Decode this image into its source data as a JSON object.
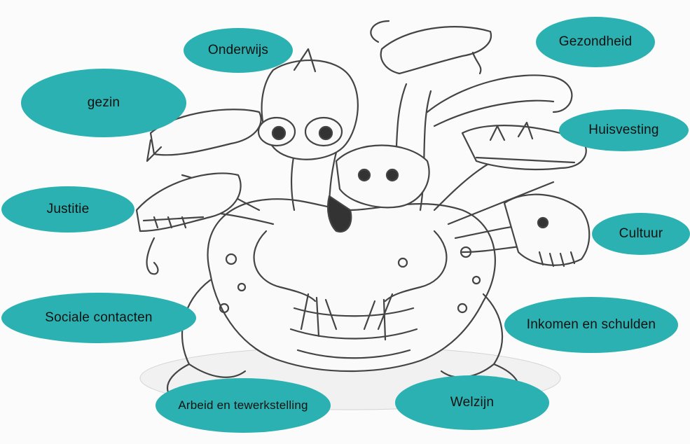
{
  "colors": {
    "bubble": "#2bb1b1",
    "text": "#111111",
    "sketch": "#444444",
    "background": "#fbfbfb"
  },
  "illustration": {
    "subject": "multi-headed hydra sketch"
  },
  "bubbles": {
    "onderwijs": "Onderwijs",
    "gezondheid": "Gezondheid",
    "gezin": "gezin",
    "huisvesting": "Huisvesting",
    "justitie": "Justitie",
    "cultuur": "Cultuur",
    "sociale_contacten": "Sociale contacten",
    "inkomen_en_schulden": "Inkomen en schulden",
    "arbeid_en_tewerkstelling": "Arbeid en tewerkstelling",
    "welzijn": "Welzijn"
  }
}
